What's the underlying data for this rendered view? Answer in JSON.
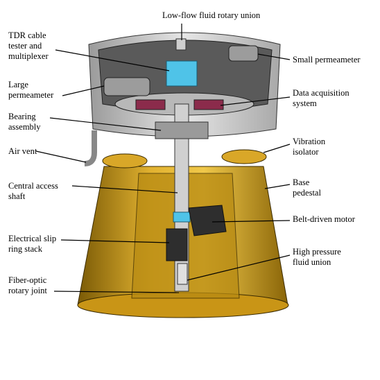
{
  "labels": {
    "low_flow_union": "Low-flow fluid rotary union",
    "tdr_cable_tester": "TDR cable\ntester and\nmultiplexer",
    "small_permeameter": "Small permeameter",
    "large_permeameter": "Large\npermeameter",
    "data_acquisition": "Data acquisition\nsystem",
    "bearing_assembly": "Bearing\nassembly",
    "vibration_isolator": "Vibration\nisolator",
    "air_vent": "Air vent",
    "base_pedestal": "Base\npedestal",
    "central_access_shaft": "Central access\nshaft",
    "belt_driven_motor": "Belt-driven motor",
    "electrical_slip_ring": "Electrical slip\nring stack",
    "high_pressure_union": "High pressure\nfluid union",
    "fiber_optic_joint": "Fiber-optic\nrotary joint"
  },
  "colors": {
    "housing_gray": "#c8c8c8",
    "pedestal_gold": "#d4a21a",
    "pedestal_shadow": "#8a6508",
    "cyan_component": "#4fc3e8",
    "dark_component": "#2e2e2e"
  }
}
